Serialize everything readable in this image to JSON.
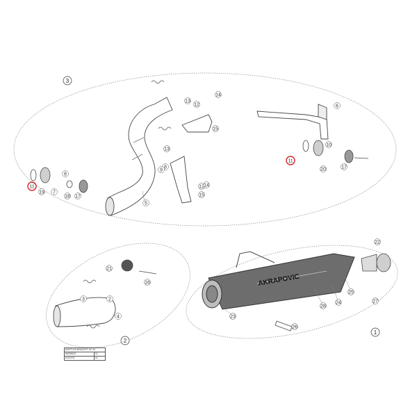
{
  "diagram": {
    "brand_text": "AKRAPOVIC",
    "group_labels": [
      "1",
      "2",
      "3"
    ],
    "part_labels": [
      "2",
      "3",
      "4",
      "5",
      "6",
      "7",
      "8",
      "9",
      "10",
      "11",
      "12",
      "13",
      "14",
      "15",
      "16",
      "17",
      "18",
      "19",
      "20",
      "21",
      "22",
      "23",
      "24",
      "25",
      "26",
      "27",
      "28"
    ],
    "highlighted_part": "11",
    "highlight_color": "#d9222a",
    "line_color": "#555555"
  },
  "table": {
    "title": "MUFFLER BRACKET KIT M",
    "rows": [
      {
        "code": "WEBMOS",
        "qty": "01"
      },
      {
        "code": "KLEOVS",
        "qty": "01"
      }
    ]
  }
}
